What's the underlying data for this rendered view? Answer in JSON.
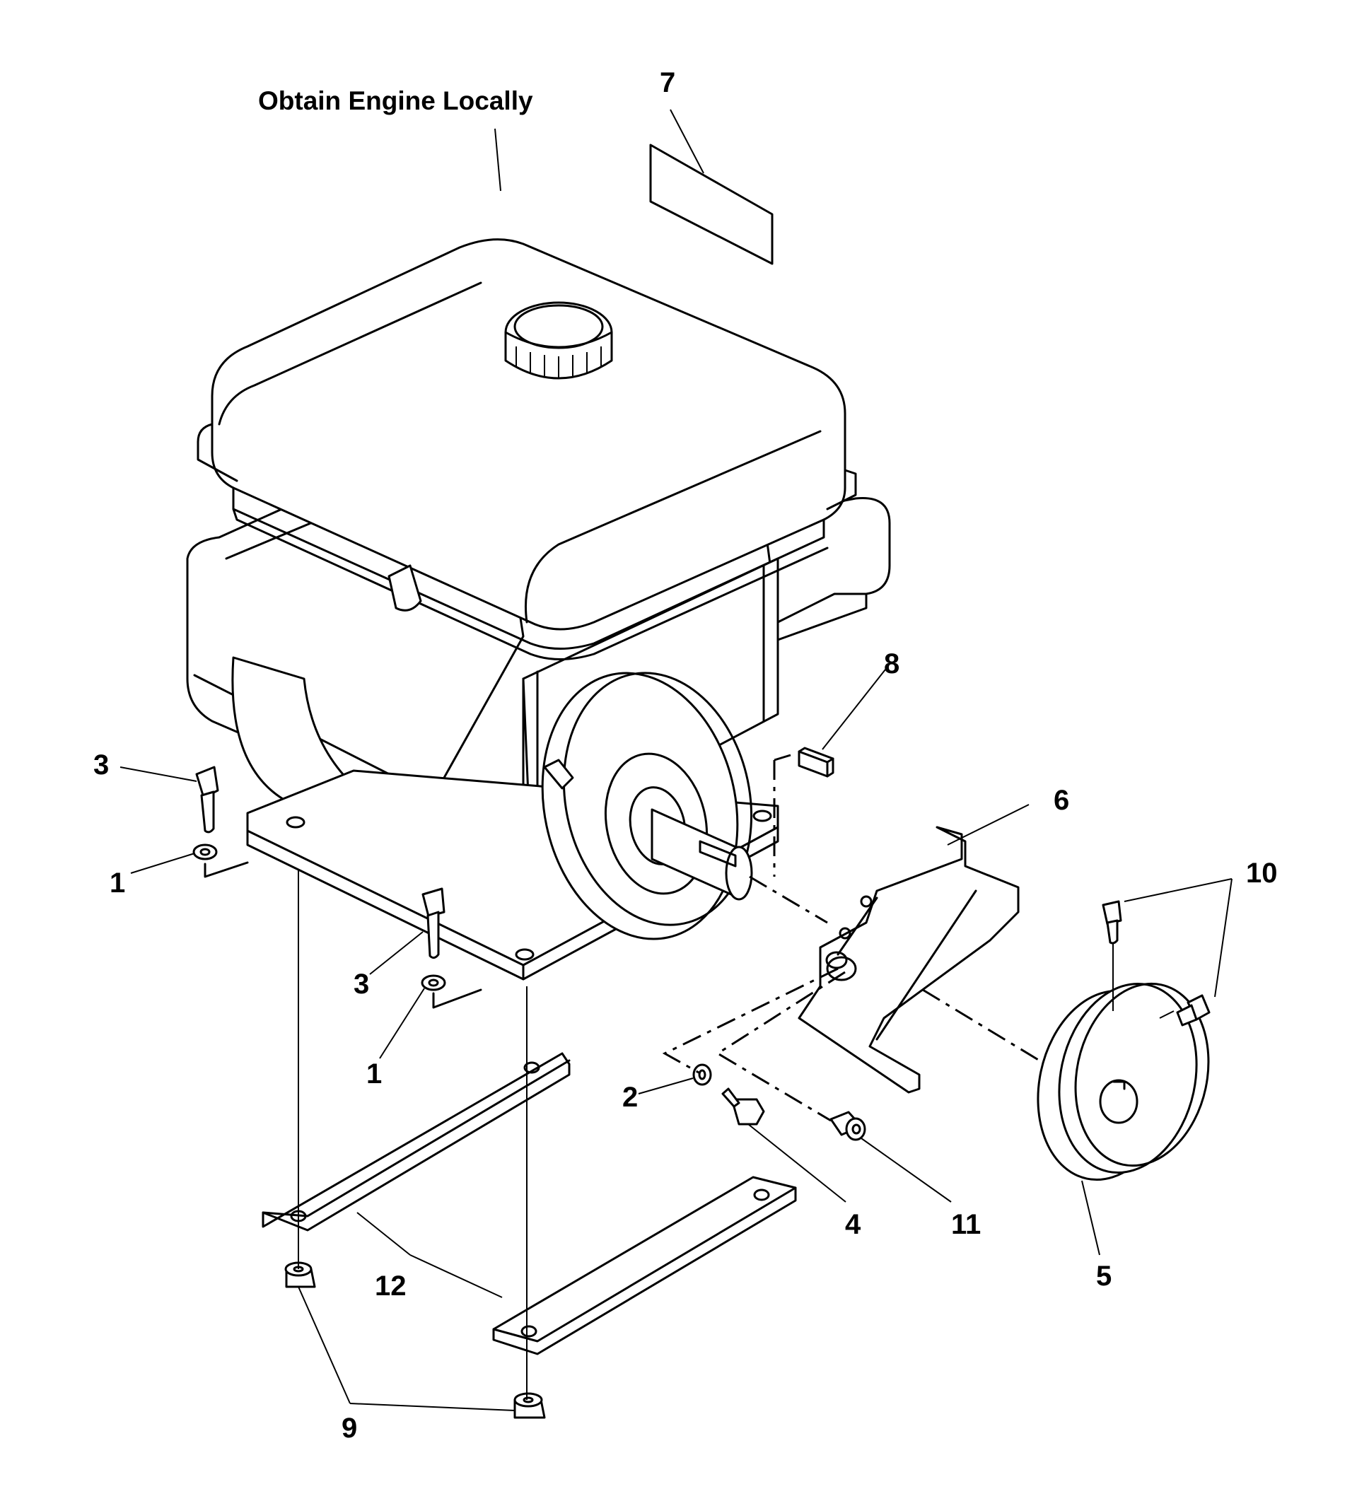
{
  "header": {
    "title": "Obtain Engine Locally"
  },
  "callouts": [
    "1",
    "1",
    "2",
    "3",
    "3",
    "4",
    "5",
    "6",
    "7",
    "8",
    "9",
    "10",
    "11",
    "12"
  ]
}
